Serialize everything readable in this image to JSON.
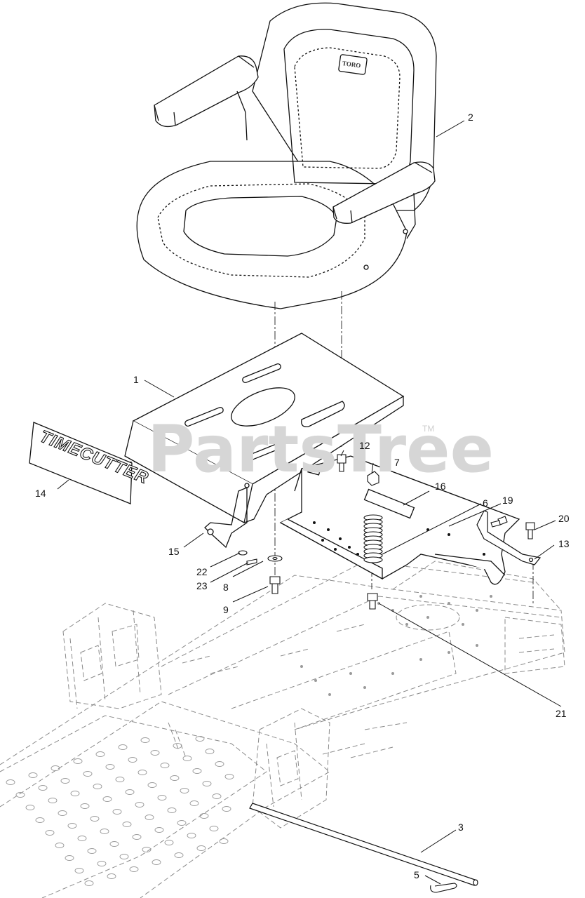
{
  "watermark": {
    "text": "PartsTree",
    "trademark": "TM"
  },
  "decal": {
    "text": "TIMECUTTER"
  },
  "seat_brand": {
    "text": "TORO"
  },
  "callouts": [
    {
      "id": "c1",
      "label": "1"
    },
    {
      "id": "c2",
      "label": "2"
    },
    {
      "id": "c3",
      "label": "3"
    },
    {
      "id": "c5",
      "label": "5"
    },
    {
      "id": "c6",
      "label": "6"
    },
    {
      "id": "c7",
      "label": "7"
    },
    {
      "id": "c8",
      "label": "8"
    },
    {
      "id": "c9",
      "label": "9"
    },
    {
      "id": "c12",
      "label": "12"
    },
    {
      "id": "c13",
      "label": "13"
    },
    {
      "id": "c14",
      "label": "14"
    },
    {
      "id": "c15",
      "label": "15"
    },
    {
      "id": "c16",
      "label": "16"
    },
    {
      "id": "c19",
      "label": "19"
    },
    {
      "id": "c20",
      "label": "20"
    },
    {
      "id": "c21",
      "label": "21"
    },
    {
      "id": "c22",
      "label": "22"
    },
    {
      "id": "c23",
      "label": "23"
    }
  ]
}
